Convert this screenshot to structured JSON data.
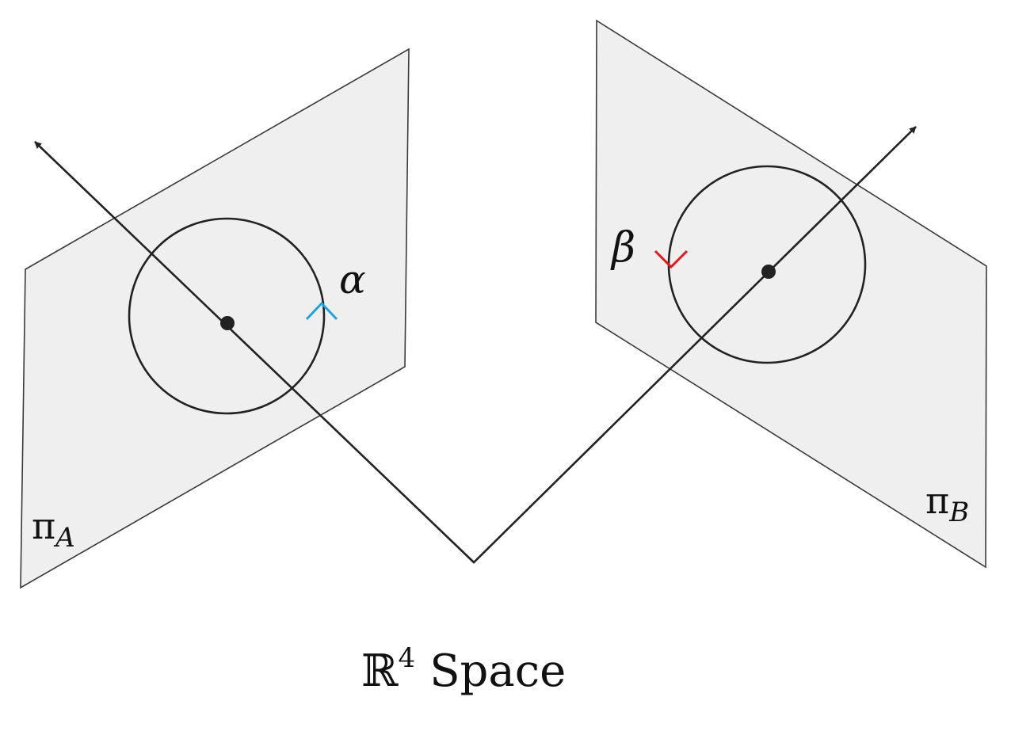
{
  "colors": {
    "plane_fill": "#efefef",
    "plane_stroke": "#3a3a3a",
    "line": "#222222",
    "alpha_marker": "#1fa3e0",
    "beta_marker": "#e8141c"
  },
  "labels": {
    "plane_a": {
      "main": "π",
      "sub": "A"
    },
    "plane_b": {
      "main": "π",
      "sub": "B"
    },
    "alpha": "α",
    "beta": "β",
    "caption": {
      "symbol": "ℝ",
      "exponent": "4",
      "word": "Space"
    }
  }
}
